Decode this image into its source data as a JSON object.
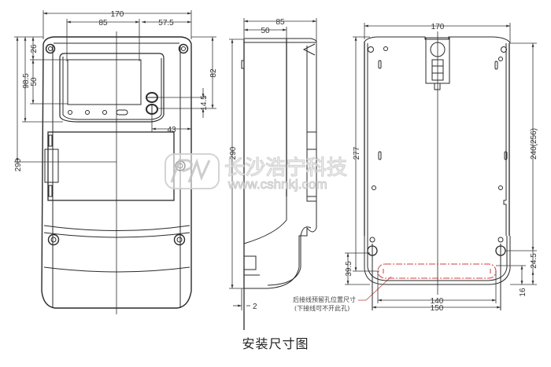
{
  "caption": "安装尺寸图",
  "colors": {
    "line": "#2a2a2a",
    "dim_line": "#333333",
    "hole_outline": "#d04040",
    "watermark": "#cfcfcf"
  },
  "front_view": {
    "dims": {
      "width": "170",
      "half": "85",
      "right_offset": "57.5",
      "top_to_display": "26",
      "display_height": "50",
      "top_to_window": "98.5",
      "height": "290",
      "right_height": "82",
      "button_spacing": "14.5",
      "button_offset": "43"
    }
  },
  "side_view": {
    "dims": {
      "depth": "85",
      "depth_front": "50",
      "height": "290",
      "base": "2"
    },
    "note_line1": "后接线预留孔位置尺寸",
    "note_line2": "(下接线可不开此孔)"
  },
  "back_view": {
    "dims": {
      "width": "170",
      "hanger_height": "277",
      "mount_height": "240(256)",
      "bottom_offset": "24.5",
      "slot_offset": "16",
      "slot_depth": "39.5",
      "slot_length": "140",
      "slot_outer": "150"
    }
  },
  "watermark": {
    "chinese": "长沙浩宁科技",
    "url": "www.cshnkj.com"
  }
}
